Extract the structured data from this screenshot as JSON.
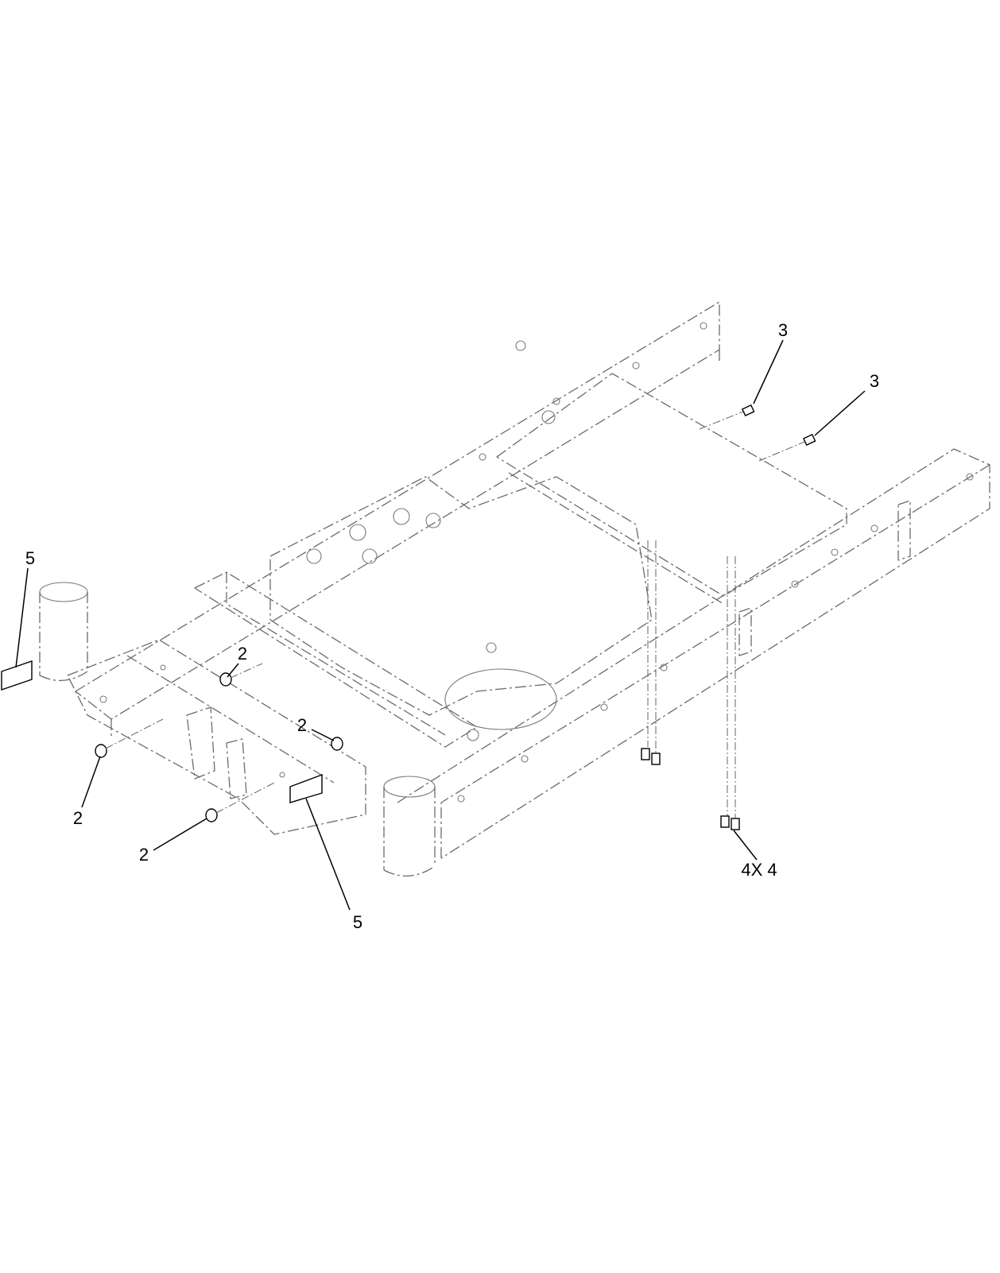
{
  "callouts": [
    {
      "id": "c3a",
      "label": "3"
    },
    {
      "id": "c3b",
      "label": "3"
    },
    {
      "id": "c5a",
      "label": "5"
    },
    {
      "id": "c2a",
      "label": "2"
    },
    {
      "id": "c2b",
      "label": "2"
    },
    {
      "id": "c2c",
      "label": "2"
    },
    {
      "id": "c2d",
      "label": "2"
    },
    {
      "id": "c5b",
      "label": "5"
    },
    {
      "id": "c4",
      "label": "4X 4"
    }
  ]
}
